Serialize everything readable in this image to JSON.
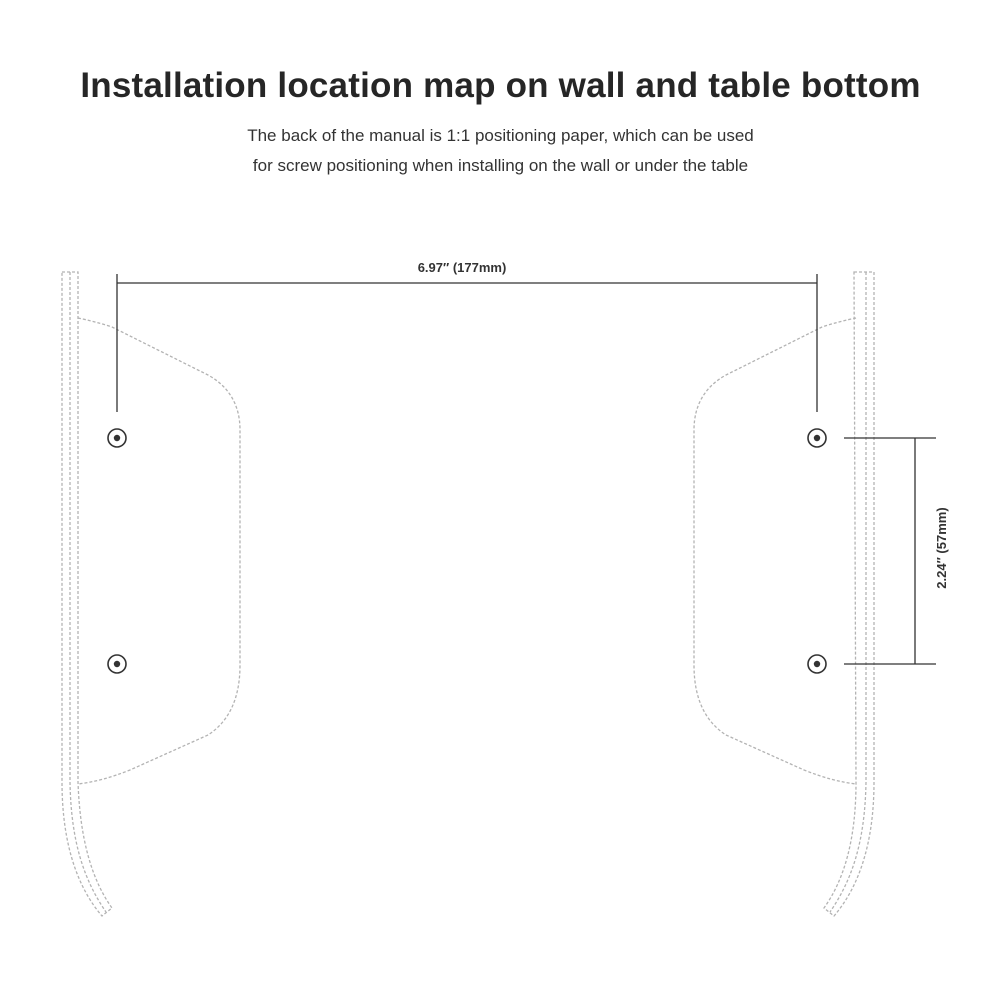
{
  "header": {
    "title": "Installation location map on wall and table bottom",
    "subtitle_line1": "The back of the manual is 1:1 positioning paper, which can be used",
    "subtitle_line2": "for screw positioning when installing on the wall or under the table"
  },
  "dimensions": {
    "horizontal_label": "6.97″ (177mm)",
    "vertical_label": "2.24″ (57mm)"
  },
  "colors": {
    "outline": "#b3b3b3",
    "dimension_line": "#333333",
    "text": "#262626"
  }
}
